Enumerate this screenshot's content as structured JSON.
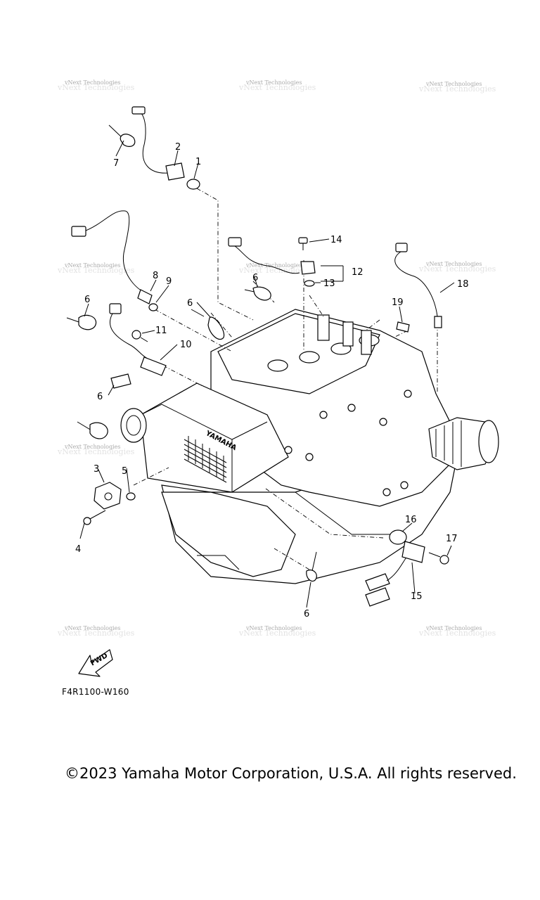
{
  "watermark": "vNext Technologies",
  "fwd_label": "FWD",
  "diagram_code": "F4R1100-W160",
  "copyright": "©2023 Yamaha Motor Corporation, U.S.A. All rights reserved.",
  "callouts": {
    "c1": "1",
    "c2": "2",
    "c3": "3",
    "c4": "4",
    "c5": "5",
    "c6a": "6",
    "c6b": "6",
    "c6c": "6",
    "c6d": "6",
    "c6e": "6",
    "c7": "7",
    "c8": "8",
    "c9": "9",
    "c10": "10",
    "c11": "11",
    "c12": "12",
    "c13": "13",
    "c14": "14",
    "c15": "15",
    "c16": "16",
    "c17": "17",
    "c18": "18",
    "c19": "19"
  }
}
